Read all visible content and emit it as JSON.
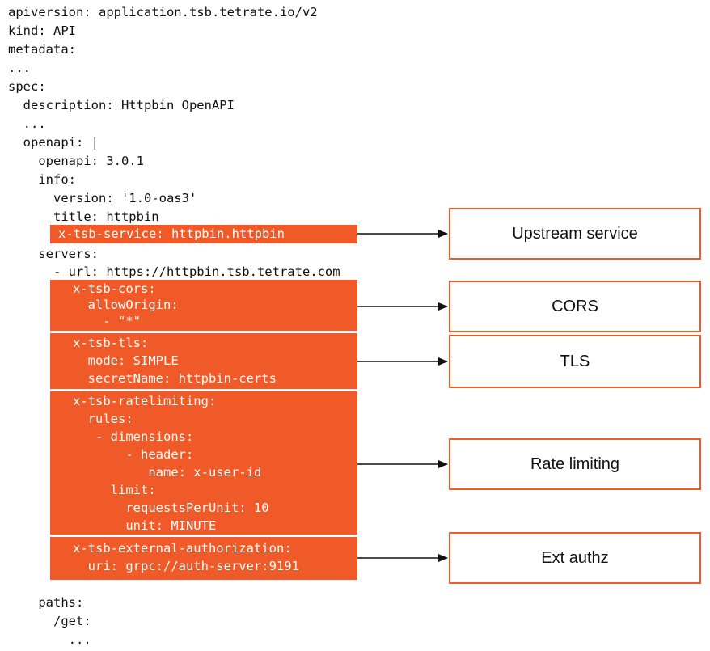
{
  "code_top": [
    "apiversion: application.tsb.tetrate.io/v2",
    "kind: API",
    "metadata:",
    "...",
    "spec:",
    "  description: Httpbin OpenAPI",
    "  ...",
    "  openapi: |",
    "    openapi: 3.0.1",
    "    info:",
    "      version: '1.0-oas3'",
    "      title: httpbin"
  ],
  "code_servers": [
    "    servers:",
    "      - url: https://httpbin.tsb.tetrate.com"
  ],
  "code_bottom": [
    "    paths:",
    "      /get:",
    "        ..."
  ],
  "highlights": [
    {
      "id": "service",
      "lines": [
        "x-tsb-service: httpbin.httpbin"
      ]
    },
    {
      "id": "cors",
      "lines": [
        "x-tsb-cors:",
        "  allowOrigin:",
        "    - \"*\""
      ]
    },
    {
      "id": "tls",
      "lines": [
        "x-tsb-tls:",
        "  mode: SIMPLE",
        "  secretName: httpbin-certs"
      ]
    },
    {
      "id": "ratelimit",
      "lines": [
        "x-tsb-ratelimiting:",
        "  rules:",
        "   - dimensions:",
        "       - header:",
        "          name: x-user-id",
        "     limit:",
        "       requestsPerUnit: 10",
        "       unit: MINUTE"
      ]
    },
    {
      "id": "authz",
      "lines": [
        "x-tsb-external-authorization:",
        "  uri: grpc://auth-server:9191"
      ]
    }
  ],
  "labels": {
    "service": "Upstream service",
    "cors": "CORS",
    "tls": "TLS",
    "ratelimit": "Rate limiting",
    "authz": "Ext authz"
  },
  "colors": {
    "accent": "#f05a28",
    "text": "#111111",
    "highlight_text": "#ffffff"
  }
}
